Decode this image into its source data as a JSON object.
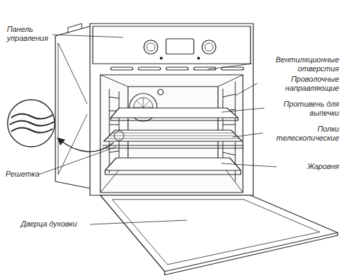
{
  "diagram": {
    "labels": [
      "Панель управления",
      "Вентиляционные отверстия",
      "Проволочные направляющие",
      "Противень для выпечки",
      "Полки телескопические",
      "Жаровня",
      "Решетка",
      "Дверца духовки"
    ]
  }
}
